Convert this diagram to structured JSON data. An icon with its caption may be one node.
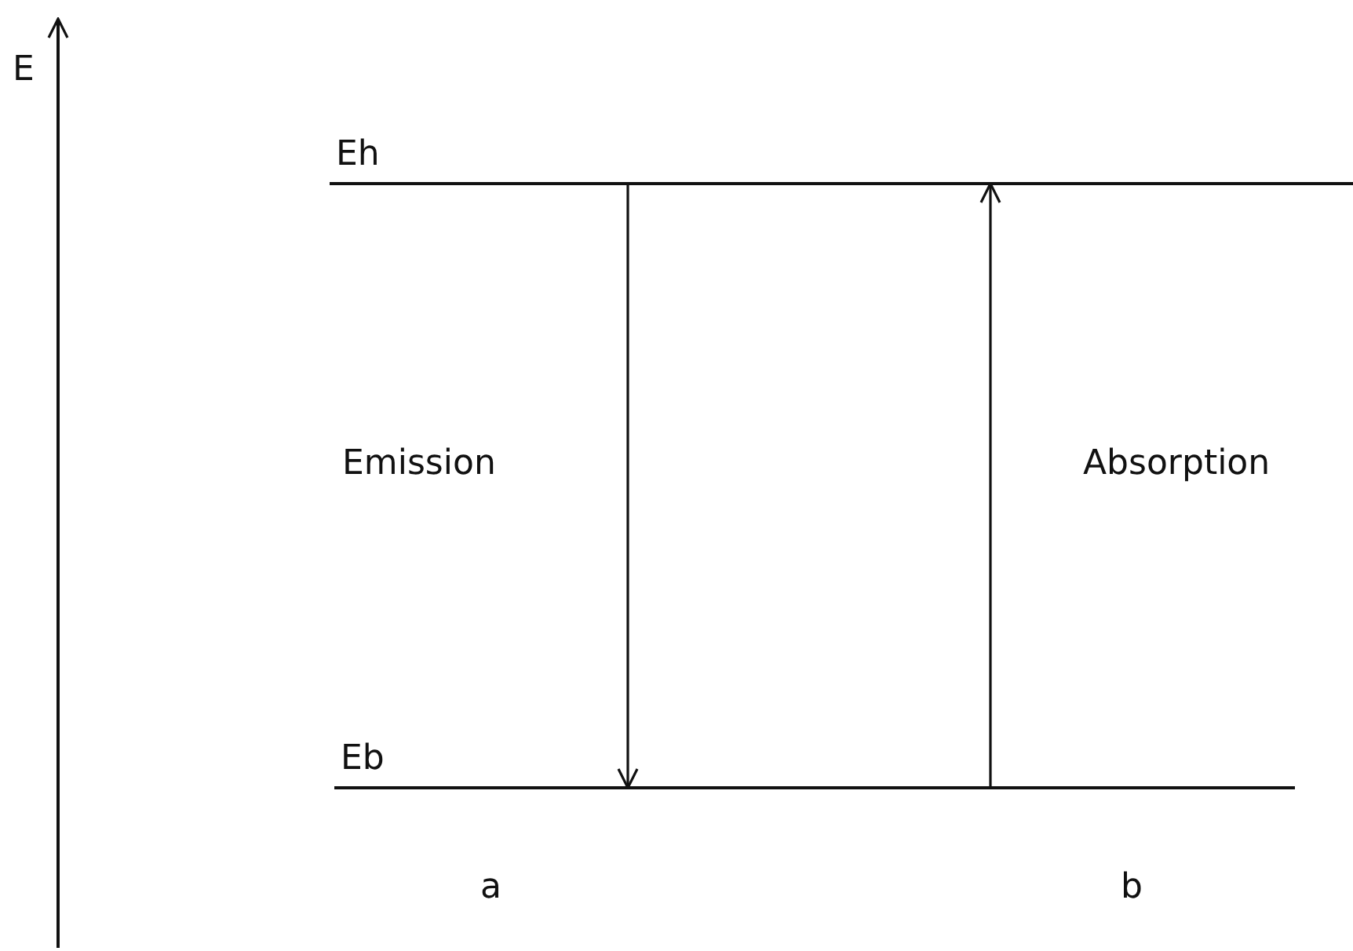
{
  "diagram": {
    "nodes": [
      {
        "text": [
          "Eh"
        ]
      },
      {
        "text": [
          "Eb"
        ]
      }
    ],
    "edges": [
      {
        "from": 0,
        "to": 1,
        "arrow": "to",
        "label": "Emission"
      },
      {
        "from": 1,
        "to": 0,
        "arrow": "to",
        "label": "Absorption"
      }
    ],
    "labels": [
      "E",
      "a",
      "b"
    ]
  }
}
